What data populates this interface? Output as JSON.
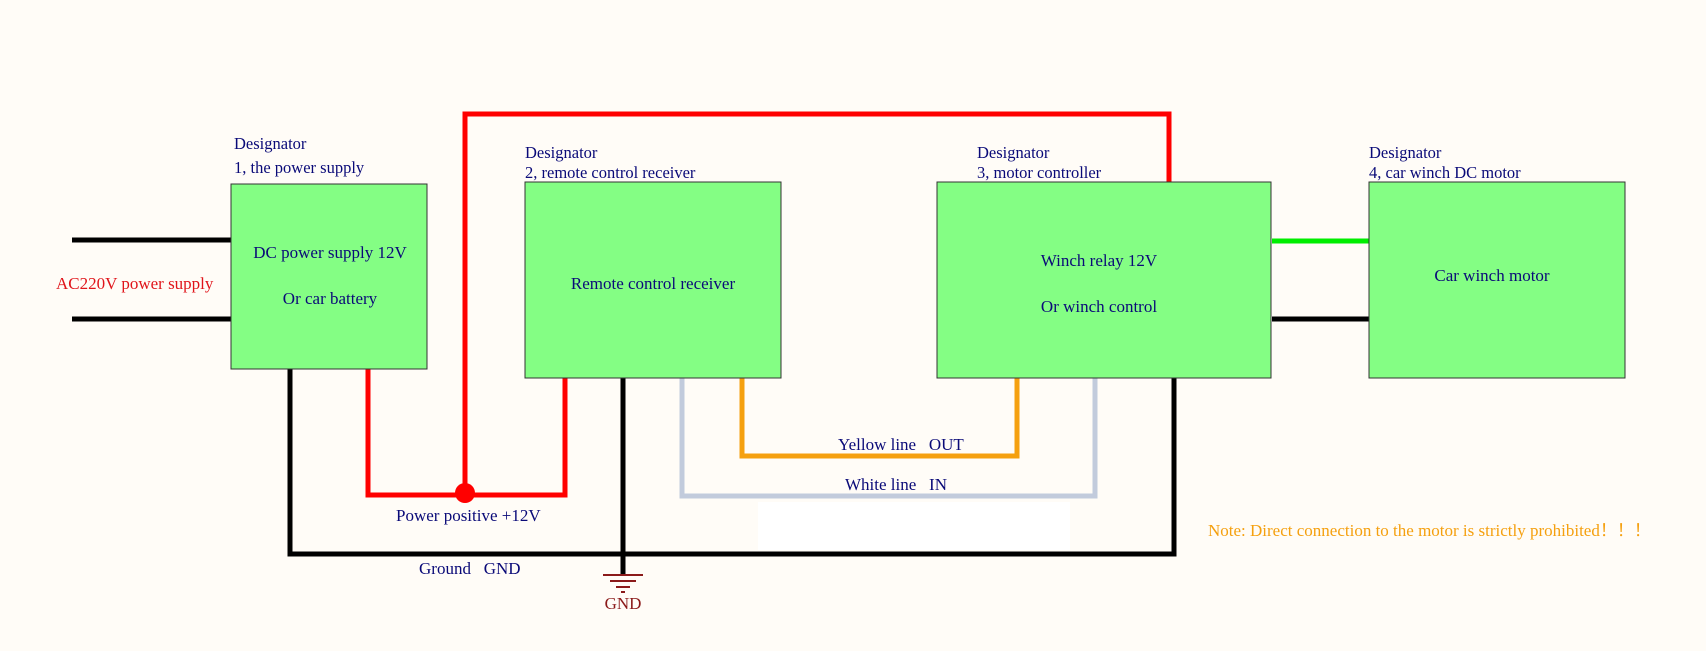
{
  "colors": {
    "background": "#fffcf7",
    "block_fill": "#84fe84",
    "text": "#0a0a78",
    "power_wire": "#ff0000",
    "ground_wire": "#000000",
    "yellow_wire": "#f5a00f",
    "white_wire": "#c2cbdc",
    "motor_wire_green": "#00ee00",
    "ac_label": "#e0141a",
    "note": "#f5a00f",
    "gnd_symbol": "#8b1a1a"
  },
  "blocks": [
    {
      "designator": "Designator",
      "designator_name": "1, the power supply",
      "lines": [
        "DC power supply 12V",
        "Or car battery"
      ]
    },
    {
      "designator": "Designator",
      "designator_name": "2, remote control receiver",
      "lines": [
        "Remote control receiver"
      ]
    },
    {
      "designator": "Designator",
      "designator_name": "3, motor controller",
      "lines": [
        "Winch relay 12V",
        "Or winch control"
      ]
    },
    {
      "designator": "Designator",
      "designator_name": "4, car winch DC motor",
      "lines": [
        "Car winch motor"
      ]
    }
  ],
  "labels": {
    "ac_input": "AC220V power supply",
    "power_positive": "Power positive +12V",
    "ground": "Ground   GND",
    "gnd_symbol": "GND",
    "yellow_line": "Yellow line   OUT",
    "white_line": "White line   IN"
  },
  "note": "Note: Direct connection to the motor is strictly prohibited！！！"
}
